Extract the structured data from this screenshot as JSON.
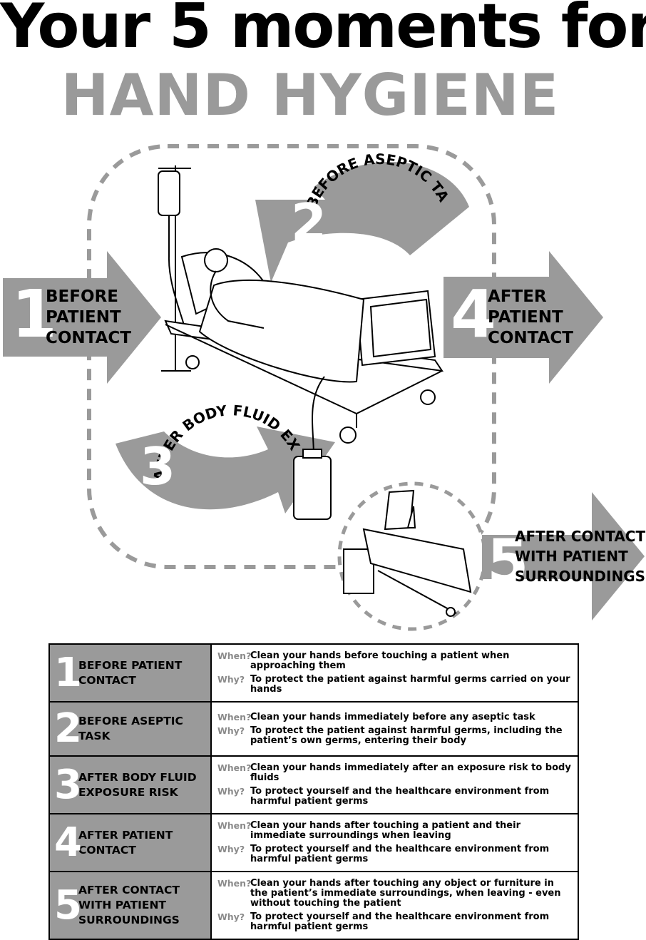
{
  "title": {
    "line1": "Your 5 moments for",
    "line2": "HAND HYGIENE"
  },
  "diagram": {
    "moment1": {
      "number": "1",
      "label_line1": "BEFORE",
      "label_line2": "PATIENT",
      "label_line3": "CONTACT"
    },
    "moment2": {
      "number": "2",
      "label": "BEFORE ASEPTIC TASK"
    },
    "moment3": {
      "number": "3",
      "label": "AFTER BODY FLUID EXPOSURE RISK"
    },
    "moment4": {
      "number": "4",
      "label_line1": "AFTER",
      "label_line2": "PATIENT",
      "label_line3": "CONTACT"
    },
    "moment5": {
      "number": "5",
      "label_line1": "AFTER CONTACT",
      "label_line2": "WITH PATIENT",
      "label_line3": "SURROUNDINGS"
    }
  },
  "table": {
    "when_label": "When?",
    "why_label": "Why?",
    "rows": [
      {
        "number": "1",
        "title_line1": "BEFORE PATIENT",
        "title_line2": "CONTACT",
        "title_line3": "",
        "when": "Clean your hands before touching a patient when approaching them",
        "why": "To protect the patient against harmful germs carried on your hands"
      },
      {
        "number": "2",
        "title_line1": "BEFORE ASEPTIC",
        "title_line2": "TASK",
        "title_line3": "",
        "when": "Clean your hands immediately before any aseptic task",
        "why": "To protect the patient against harmful germs, including the patient’s own germs, entering their body"
      },
      {
        "number": "3",
        "title_line1": "AFTER BODY FLUID",
        "title_line2": "EXPOSURE RISK",
        "title_line3": "",
        "when": "Clean your hands immediately after an exposure risk to body fluids",
        "why": "To protect yourself and the healthcare environment from harmful patient germs"
      },
      {
        "number": "4",
        "title_line1": "AFTER PATIENT",
        "title_line2": "CONTACT",
        "title_line3": "",
        "when": "Clean your hands after touching a patient and their immediate surroundings when leaving",
        "why": "To protect yourself and the healthcare environment from harmful patient germs"
      },
      {
        "number": "5",
        "title_line1": "AFTER CONTACT",
        "title_line2": "WITH PATIENT",
        "title_line3": "SURROUNDINGS",
        "when": "Clean your hands after touching any object or furniture in the patient’s immediate surroundings, when leaving - even without touching the patient",
        "why": "To protect yourself and the healthcare environment from harmful patient germs"
      }
    ]
  }
}
